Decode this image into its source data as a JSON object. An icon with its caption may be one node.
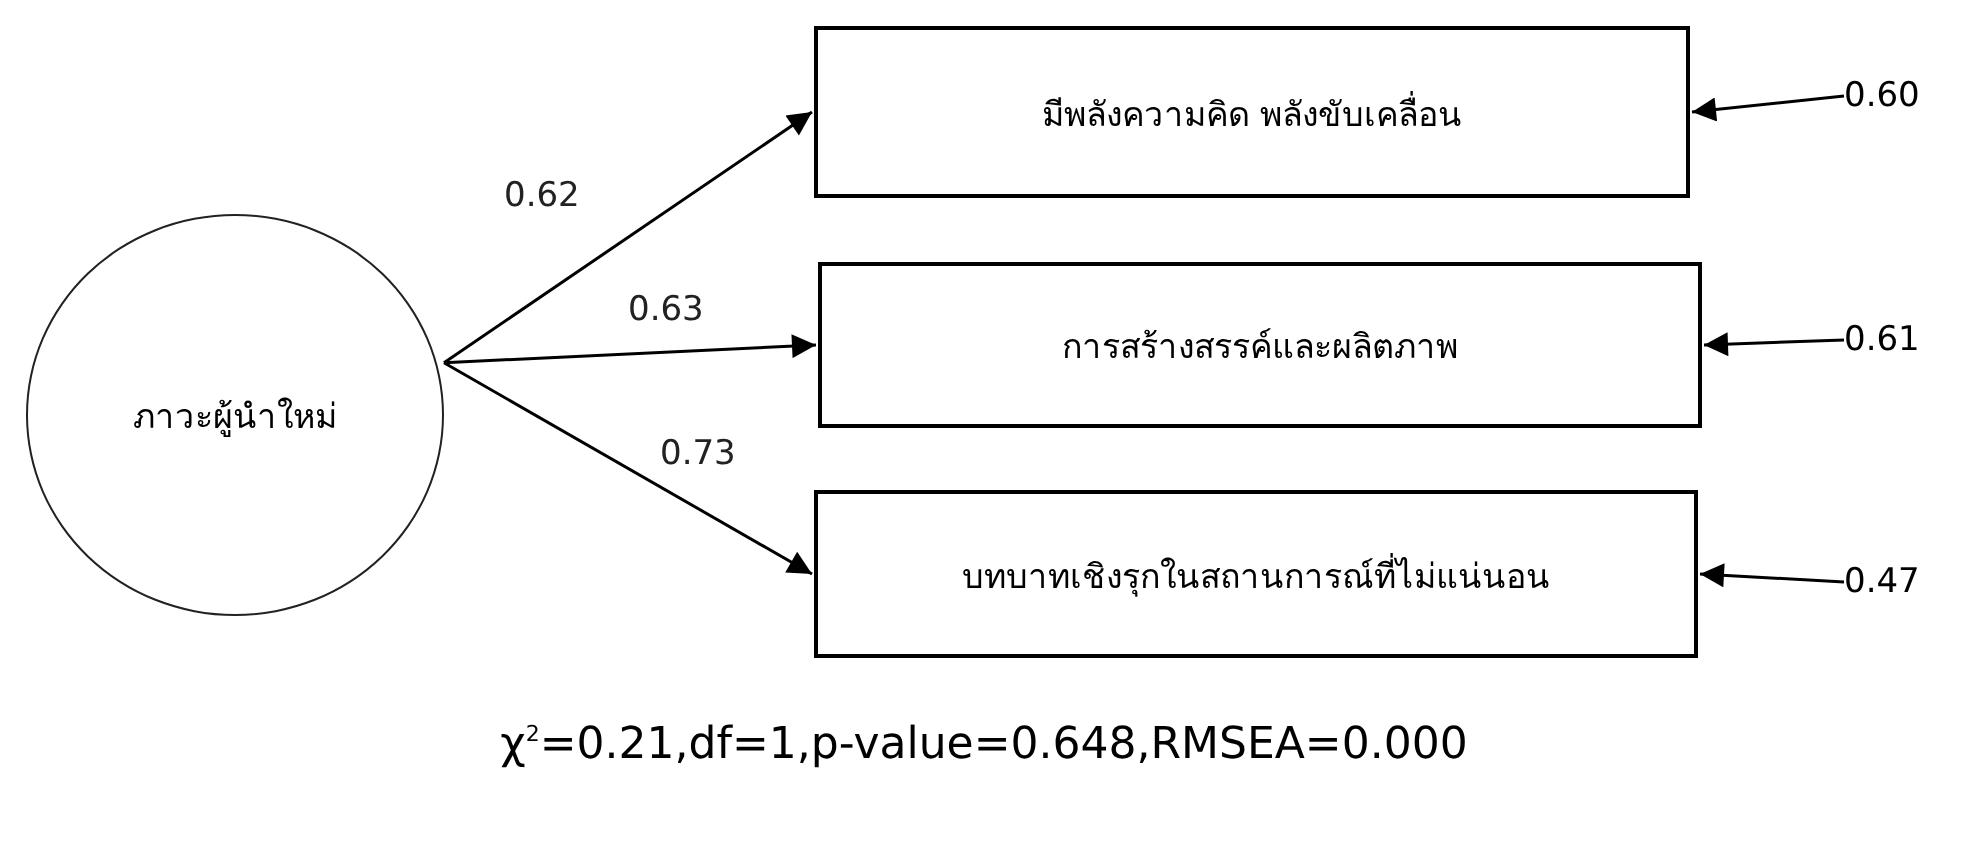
{
  "diagram": {
    "caption": "χ$^{2}$=0.21,df=1,p-value=0.648,RMSEA=0.000",
    "nodes": [
      {
        "text": [
          "ภาวะผู้นำใหม่"
        ]
      },
      {
        "text": [
          "มีพลังความคิด พลังขับเคลื่อน"
        ]
      },
      {
        "text": [
          "การสร้างสรรค์และผลิตภาพ"
        ]
      },
      {
        "text": [
          "บทบาทเชิงรุกในสถานการณ์ที่ไม่แน่นอน"
        ]
      },
      {
        "text": [
          "0.60"
        ]
      },
      {
        "text": [
          "0.61"
        ]
      },
      {
        "text": [
          "0.47"
        ]
      }
    ],
    "edges": [
      {
        "from": 0,
        "to": 1,
        "arrow": "to",
        "label": "0.62"
      },
      {
        "from": 0,
        "to": 2,
        "arrow": "to",
        "label": "0.63"
      },
      {
        "from": 0,
        "to": 3,
        "arrow": "to",
        "label": "0.73"
      },
      {
        "from": 4,
        "to": 1,
        "arrow": "to"
      },
      {
        "from": 5,
        "to": 2,
        "arrow": "to"
      },
      {
        "from": 6,
        "to": 3,
        "arrow": "to"
      }
    ]
  }
}
